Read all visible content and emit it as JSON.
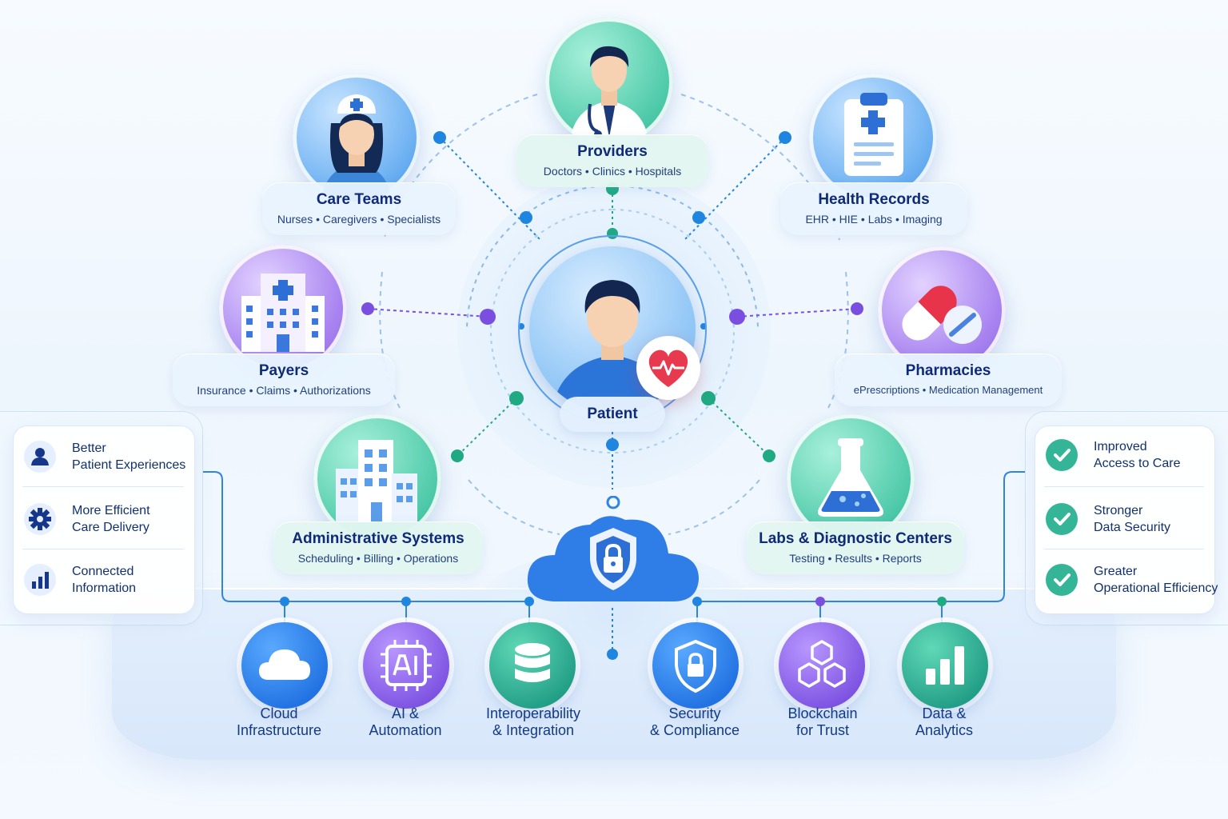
{
  "center": {
    "label": "Patient",
    "icons": [
      "patient-avatar-icon",
      "heart-pulse-icon"
    ]
  },
  "nodes": {
    "providers": {
      "title": "Providers",
      "subtitle": "Doctors • Clinics • Hospitals",
      "icon": "doctor-icon"
    },
    "care_teams": {
      "title": "Care Teams",
      "subtitle": "Nurses • Caregivers • Specialists",
      "icon": "nurse-icon"
    },
    "health_records": {
      "title": "Health Records",
      "subtitle": "EHR • HIE • Labs • Imaging",
      "icon": "clipboard-icon"
    },
    "payers": {
      "title": "Payers",
      "subtitle": "Insurance • Claims • Authorizations",
      "icon": "hospital-building-icon"
    },
    "pharmacies": {
      "title": "Pharmacies",
      "subtitle": "ePrescriptions • Medication Management",
      "icon": "pill-icon"
    },
    "admin": {
      "title": "Administrative Systems",
      "subtitle": "Scheduling • Billing • Operations",
      "icon": "office-building-icon"
    },
    "labs": {
      "title": "Labs & Diagnostic Centers",
      "subtitle": "Testing • Results • Reports",
      "icon": "flask-icon"
    }
  },
  "benefits_left": [
    {
      "line1": "Better",
      "line2": "Patient Experiences",
      "icon": "user-icon"
    },
    {
      "line1": "More Efficient",
      "line2": "Care Delivery",
      "icon": "gear-icon"
    },
    {
      "line1": "Connected",
      "line2": "Information",
      "icon": "bar-chart-icon"
    }
  ],
  "benefits_right": [
    {
      "line1": "Improved",
      "line2": "Access to Care",
      "icon": "check-circle-icon"
    },
    {
      "line1": "Stronger",
      "line2": "Data Security",
      "icon": "check-circle-icon"
    },
    {
      "line1": "Greater",
      "line2": "Operational Efficiency",
      "icon": "check-circle-icon"
    }
  ],
  "technologies": [
    {
      "line1": "Cloud",
      "line2": "Infrastructure",
      "icon": "cloud-icon"
    },
    {
      "line1": "AI &",
      "line2": "Automation",
      "icon": "ai-chip-icon"
    },
    {
      "line1": "Interoperability",
      "line2": "& Integration",
      "icon": "database-icon"
    },
    {
      "line1": "Security",
      "line2": "& Compliance",
      "icon": "shield-lock-icon"
    },
    {
      "line1": "Blockchain",
      "line2": "for Trust",
      "icon": "blockchain-cubes-icon"
    },
    {
      "line1": "Data &",
      "line2": "Analytics",
      "icon": "bar-chart-icon"
    }
  ],
  "hub_icon": "cloud-shield-lock-icon",
  "colors": {
    "navy": "#0e2a78",
    "blue": "#1e6fe0",
    "teal": "#1f9b84",
    "purple": "#7a4fe0",
    "connector_blue": "#1f86e0",
    "connector_teal": "#1faa83",
    "connector_purple": "#7a4fe0"
  }
}
